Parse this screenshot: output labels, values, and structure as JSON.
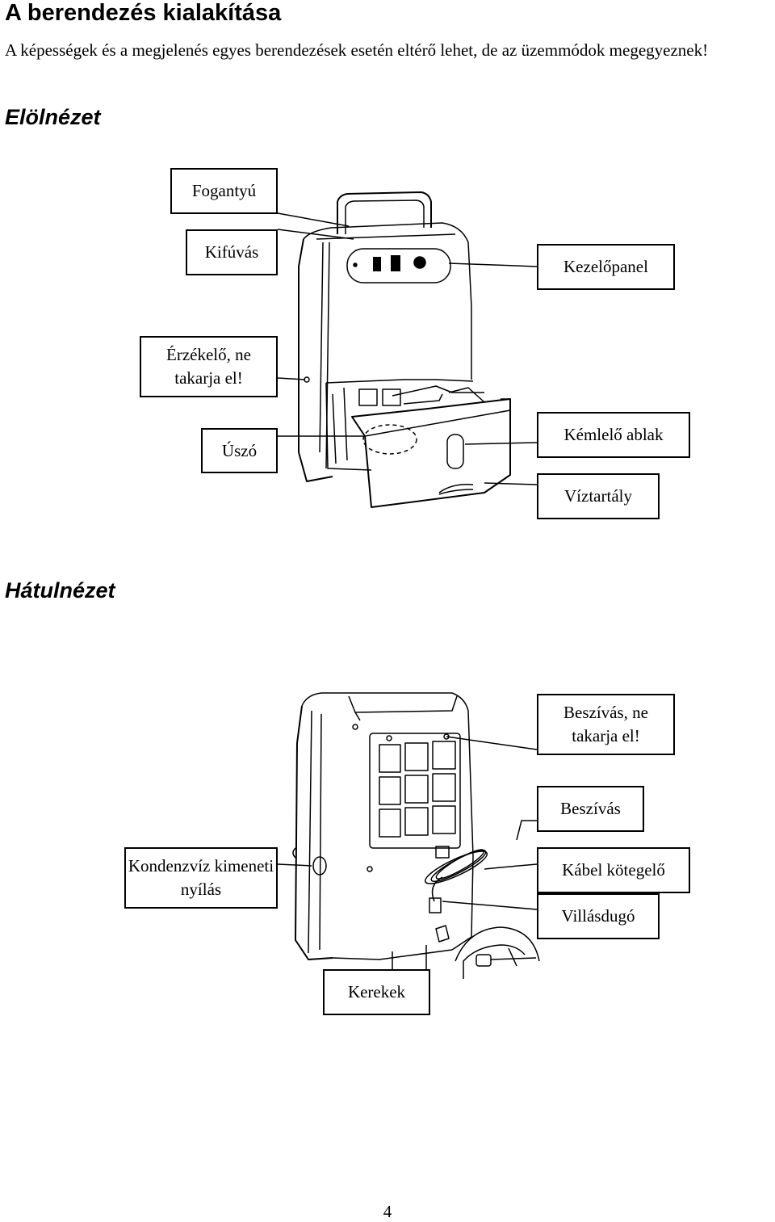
{
  "heading": "A berendezés kialakítása",
  "intro": "A képességek és a megjelenés egyes berendezések esetén eltérő lehet, de az üzemmódok megegyeznek!",
  "front": {
    "title": "Elölnézet",
    "labels": {
      "handle": "Fogantyú",
      "outlet": "Kifúvás",
      "control_panel": "Kezelőpanel",
      "sensor": "Érzékelő, ne takarja el!",
      "float": "Úszó",
      "sight_window": "Kémlelő ablak",
      "water_tank": "Víztartály"
    }
  },
  "back": {
    "title": "Hátulnézet",
    "labels": {
      "intake_warning": "Beszívás, ne takarja el!",
      "intake": "Beszívás",
      "drain": "Kondenzvíz kimeneti nyílás",
      "cable_wrap": "Kábel kötegelő",
      "plug": "Villásdugó",
      "wheels": "Kerekek"
    }
  },
  "page_number": "4"
}
